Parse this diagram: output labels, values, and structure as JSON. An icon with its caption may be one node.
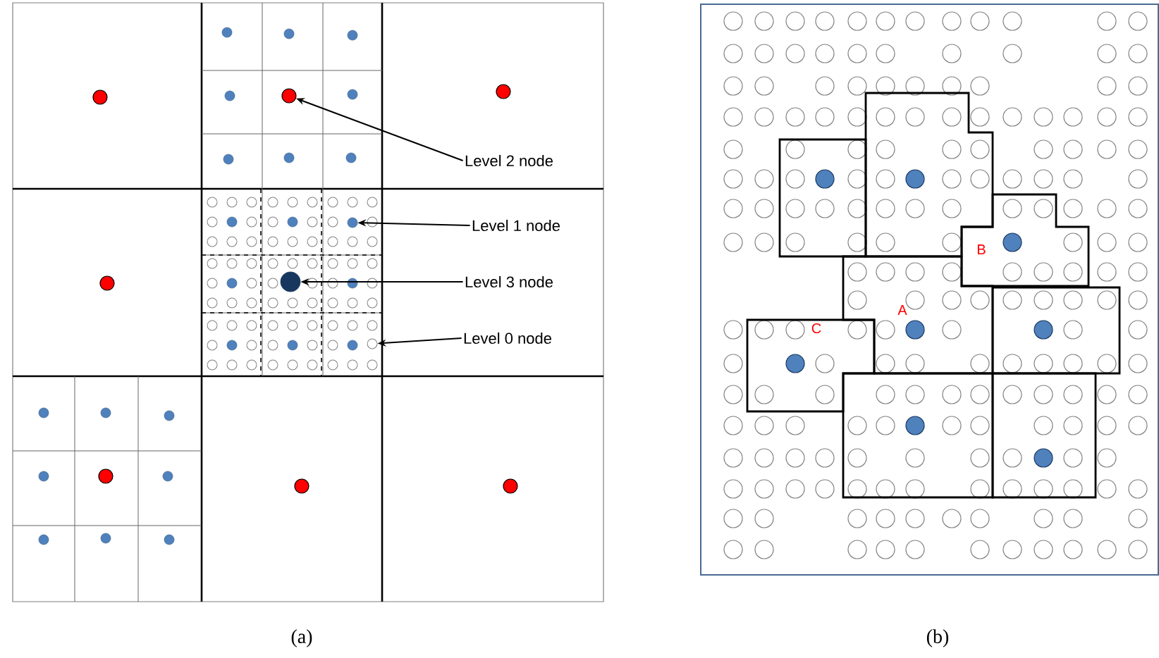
{
  "diagram": {
    "nodes": [
      {
        "text": [
          "Level 2 node"
        ]
      },
      {
        "text": [],
        "shape": "circle"
      },
      {
        "text": [
          "Level 1 node"
        ]
      },
      {
        "text": [],
        "shape": "circle"
      },
      {
        "text": [
          "Level 3 node"
        ]
      },
      {
        "text": [],
        "shape": "circle"
      },
      {
        "text": [
          "Level 0 node"
        ]
      },
      {
        "text": [],
        "shape": "circle"
      }
    ],
    "edges": [
      {
        "from": 0,
        "to": 1,
        "arrow": "to"
      },
      {
        "from": 2,
        "to": 3,
        "arrow": "to"
      },
      {
        "from": 4,
        "to": 5,
        "arrow": "to"
      },
      {
        "from": 6,
        "to": 7,
        "arrow": "to"
      }
    ],
    "labels": [
      "B",
      "A",
      "C",
      "(a)",
      "(b)"
    ]
  }
}
